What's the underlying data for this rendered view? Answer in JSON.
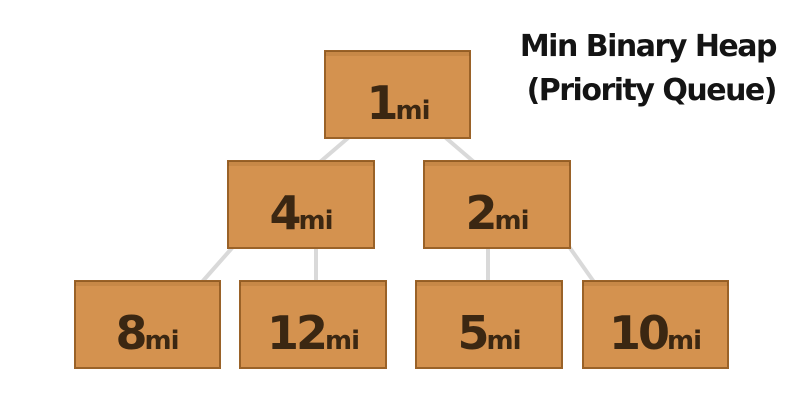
{
  "title": {
    "line1": "Min Binary Heap",
    "line2": "(Priority Queue)"
  },
  "colors": {
    "node_fill": "#d4924f",
    "node_border": "#9a6228",
    "node_text": "#3b2712",
    "edge": "#d9d9d9",
    "title_text": "#141414"
  },
  "heap": {
    "unit": "mi",
    "nodes": [
      {
        "value": "1",
        "unit": "mi"
      },
      {
        "value": "4",
        "unit": "mi"
      },
      {
        "value": "2",
        "unit": "mi"
      },
      {
        "value": "8",
        "unit": "mi"
      },
      {
        "value": "12",
        "unit": "mi"
      },
      {
        "value": "5",
        "unit": "mi"
      },
      {
        "value": "10",
        "unit": "mi"
      }
    ]
  }
}
